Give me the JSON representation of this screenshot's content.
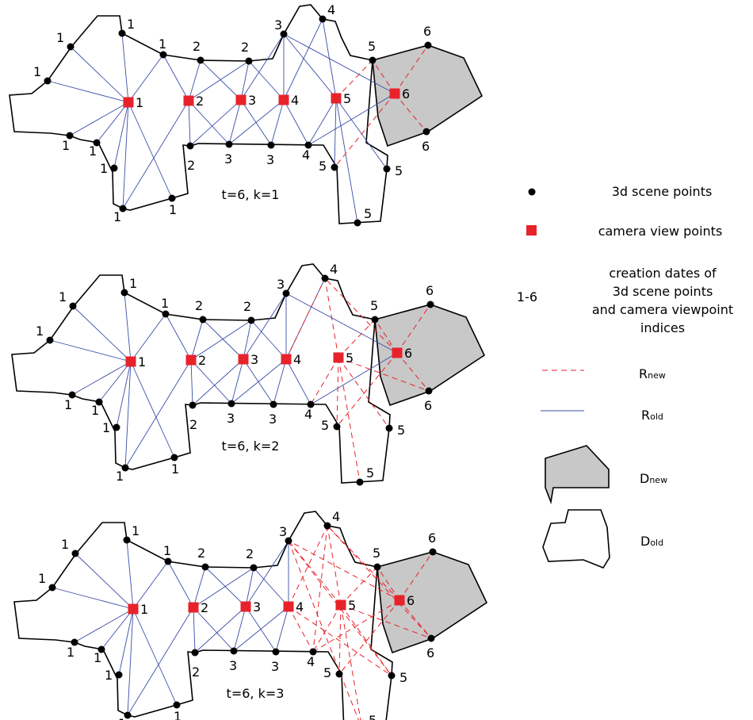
{
  "panels": [
    {
      "caption": "t=6, k=1"
    },
    {
      "caption": "t=6, k=2"
    },
    {
      "caption": "t=6, k=3"
    }
  ],
  "point_labels": [
    "1",
    "1",
    "1",
    "1",
    "1",
    "1",
    "1",
    "1",
    "1",
    "2",
    "2",
    "2",
    "3",
    "3",
    "3",
    "4",
    "4",
    "5",
    "5",
    "5",
    "5",
    "6",
    "6",
    "6"
  ],
  "camera_labels": [
    "1",
    "2",
    "3",
    "4",
    "5",
    "6"
  ],
  "legend": {
    "scene_points": "3d scene points",
    "camera_points": "camera view points",
    "range": "1-6",
    "dates_line1": "creation dates of",
    "dates_line2": "3d scene points",
    "dates_line3": "and camera viewpoint",
    "dates_line4": "indices",
    "rnew_main": "R",
    "rnew_sub": "new",
    "rold_main": "R",
    "rold_sub": "old",
    "dnew_main": "D",
    "dnew_sub": "new",
    "dold_main": "D",
    "dold_sub": "old"
  },
  "colors": {
    "camera": "#e8222a",
    "old_ray": "#3a4ea8",
    "new_ray": "#e8222a",
    "dnew_fill": "#c8c8c8"
  }
}
